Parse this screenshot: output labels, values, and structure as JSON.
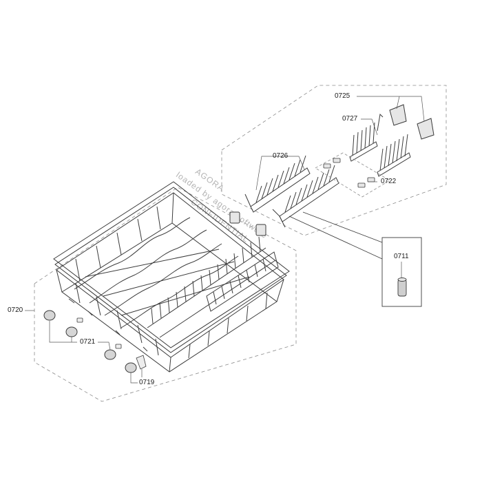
{
  "parts": {
    "p0711": "0711",
    "p0719": "0719",
    "p0720": "0720",
    "p0721": "0721",
    "p0722": "0722",
    "p0725": "0725",
    "p0726": "0726",
    "p0727": "0727"
  },
  "watermark": {
    "line1": "AGORA",
    "line2": "CONFIDENTIAL",
    "line3": "loaded by agora software"
  },
  "colors": {
    "line": "#3a3a3a",
    "dash": "#8a8a8a",
    "leader": "#555555"
  }
}
